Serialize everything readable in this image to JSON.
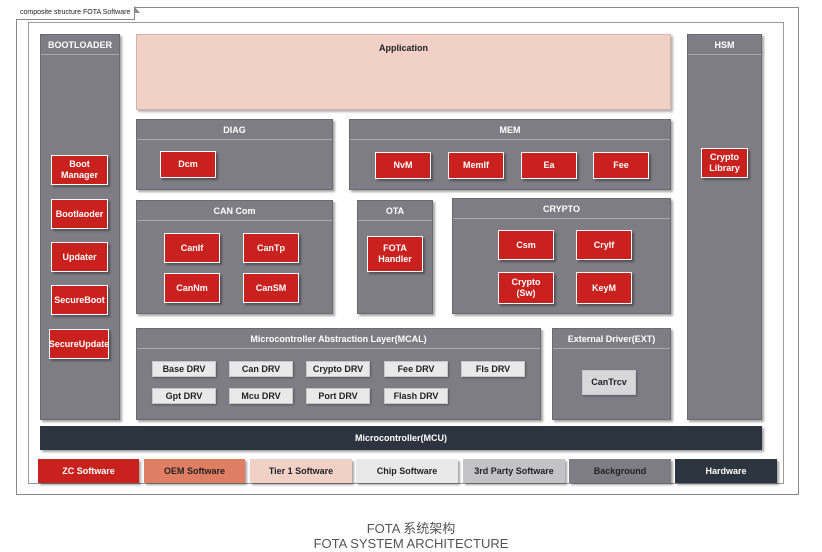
{
  "frame_title": "composite structure FOTA Software",
  "bootloader": {
    "title": "BOOTLOADER",
    "items": [
      "Boot Manager",
      "Bootlaoder",
      "Updater",
      "SecureBoot",
      "SecureUpdate"
    ]
  },
  "application": {
    "title": "Application"
  },
  "hsm": {
    "title": "HSM",
    "items": [
      "Crypto Library"
    ]
  },
  "diag": {
    "title": "DIAG",
    "items": [
      "Dcm"
    ]
  },
  "mem": {
    "title": "MEM",
    "items": [
      "NvM",
      "MemIf",
      "Ea",
      "Fee"
    ]
  },
  "can_com": {
    "title": "CAN Com",
    "items": [
      "CanIf",
      "CanTp",
      "CanNm",
      "CanSM"
    ]
  },
  "ota": {
    "title": "OTA",
    "items": [
      "FOTA Handler"
    ]
  },
  "crypto": {
    "title": "CRYPTO",
    "items": [
      "Csm",
      "CryIf",
      "Crypto (Sw)",
      "KeyM"
    ]
  },
  "mcal": {
    "title": "Microcontroller Abstraction Layer(MCAL)",
    "items": [
      "Base DRV",
      "Can DRV",
      "Crypto DRV",
      "Fee DRV",
      "Fls DRV",
      "Gpt DRV",
      "Mcu DRV",
      "Port DRV",
      "Flash DRV"
    ]
  },
  "ext": {
    "title": "External Driver(EXT)",
    "items": [
      "CanTrcv"
    ]
  },
  "mcu": {
    "title": "Microcontroller(MCU)"
  },
  "legend": [
    {
      "label": "ZC Software",
      "color": "#c9211e",
      "text_color": "#ffffff"
    },
    {
      "label": "OEM Software",
      "color": "#e07e64",
      "text_color": "#222222"
    },
    {
      "label": "Tier 1 Software",
      "color": "#f1d1c6",
      "text_color": "#222222"
    },
    {
      "label": "Chip Software",
      "color": "#e9e9ea",
      "text_color": "#222222"
    },
    {
      "label": "3rd Party Software",
      "color": "#c3c3c6",
      "text_color": "#222222"
    },
    {
      "label": "Background",
      "color": "#7e7d84",
      "text_color": "#222222"
    },
    {
      "label": "Hardware",
      "color": "#2b343f",
      "text_color": "#ffffff"
    }
  ],
  "caption": {
    "cn": "FOTA 系统架构",
    "en": "FOTA SYSTEM ARCHITECTURE"
  }
}
